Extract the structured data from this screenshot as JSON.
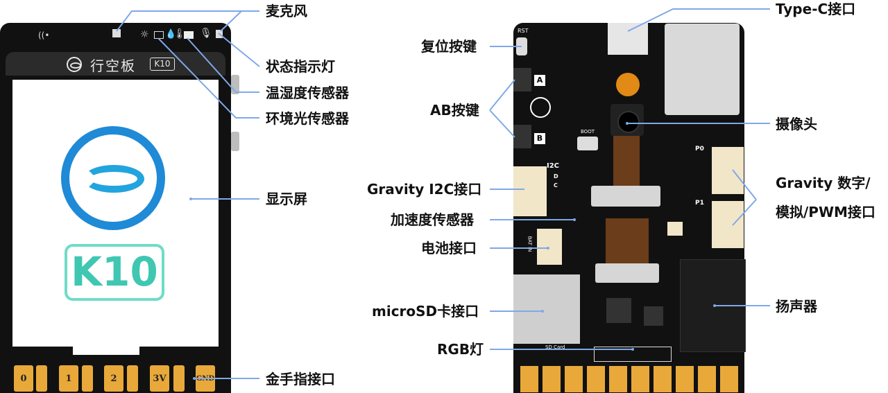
{
  "board_front": {
    "brand_name": "行空板",
    "brand_model": "K10",
    "screen_logo_text": "K10",
    "pins": [
      "0",
      "1",
      "2",
      "3V",
      "GND"
    ],
    "silk": [
      "RST",
      "A",
      "B",
      "BOOT",
      "I2C",
      "D",
      "C",
      "P0",
      "P1",
      "BAT IN",
      "SD Card"
    ]
  },
  "labels_front": {
    "mic": "麦克风",
    "status_led": "状态指示灯",
    "temp_humidity": "温湿度传感器",
    "light_sensor": "环境光传感器",
    "display": "显示屏",
    "gold_finger": "金手指接口"
  },
  "labels_back": {
    "typec": "Type-C接口",
    "reset": "复位按键",
    "ab_buttons": "AB按键",
    "camera": "摄像头",
    "i2c": "Gravity I2C接口",
    "gravity_digital_1": "Gravity 数字/",
    "gravity_digital_2": "模拟/PWM接口",
    "accelerometer": "加速度传感器",
    "battery": "电池接口",
    "microsd": "microSD卡接口",
    "speaker": "扬声器",
    "rgb": "RGB灯"
  },
  "colors": {
    "board": "#111111",
    "gold": "#e8a93a",
    "leader_line": "#7fa8e8",
    "logo_blue": "#1f8ad6",
    "logo_teal": "#3fc7b2"
  }
}
